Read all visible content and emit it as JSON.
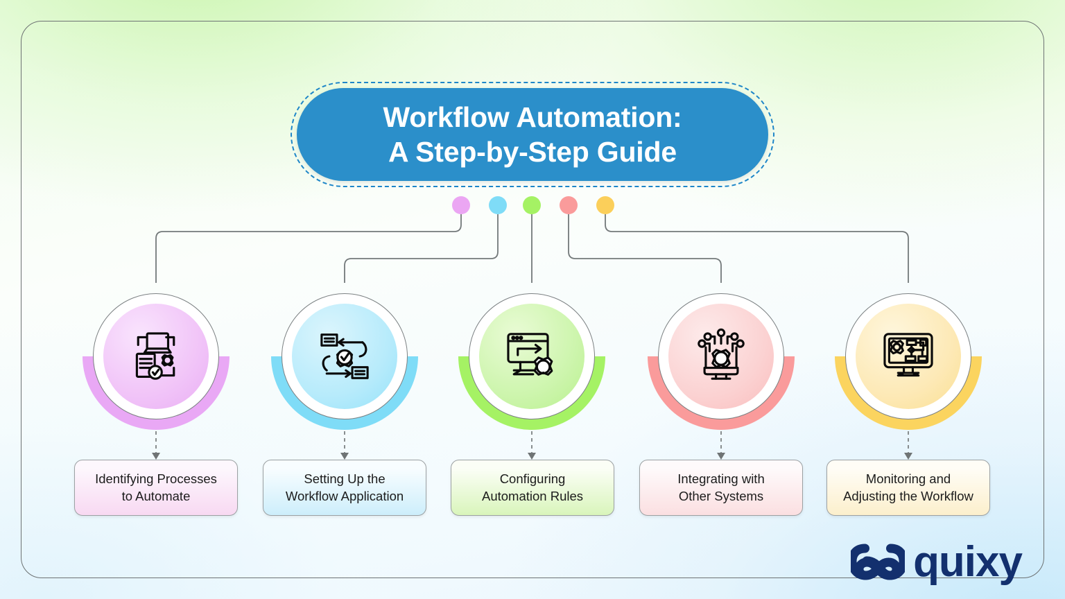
{
  "title": {
    "text": "Workflow Automation:\nA Step-by-Step Guide",
    "pill_color": "#2b8fca",
    "dash_color": "#1e86c8"
  },
  "brand": {
    "name": "quixy",
    "logo_icon": "quixy-knot-icon",
    "color": "#13306e"
  },
  "steps": [
    {
      "index": 1,
      "dot_color": "#eba6f3",
      "arc_color": "#e9a8f5",
      "circle_fill_from": "#f6d9fb",
      "circle_fill_to": "#ecb4f7",
      "icon": "laptop-document-gear-icon",
      "label": "Identifying Processes\nto Automate",
      "label_fill_top": "#fdf7fd",
      "label_fill_bottom": "#f8d9f2"
    },
    {
      "index": 2,
      "dot_color": "#7fdcf7",
      "arc_color": "#7fdcf7",
      "circle_fill_from": "#cdf0fb",
      "circle_fill_to": "#a3e6fa",
      "icon": "gear-check-flow-icon",
      "label": "Setting Up the\nWorkflow Application",
      "label_fill_top": "#f8fdff",
      "label_fill_bottom": "#cdeefb"
    },
    {
      "index": 3,
      "dot_color": "#a5f264",
      "arc_color": "#a5f264",
      "circle_fill_from": "#ddf8c4",
      "circle_fill_to": "#bff29a",
      "icon": "monitor-arrow-gear-icon",
      "label": "Configuring\nAutomation Rules",
      "label_fill_top": "#fbfef6",
      "label_fill_bottom": "#d9f5bb"
    },
    {
      "index": 4,
      "dot_color": "#fa9b9b",
      "arc_color": "#fa9b9b",
      "circle_fill_from": "#fcdede",
      "circle_fill_to": "#fbc2c2",
      "icon": "monitor-gear-network-icon",
      "label": "Integrating with\nOther Systems",
      "label_fill_top": "#fefafb",
      "label_fill_bottom": "#fbdfe1"
    },
    {
      "index": 5,
      "dot_color": "#fbcf5a",
      "arc_color": "#fbd45f",
      "circle_fill_from": "#fdeec2",
      "circle_fill_to": "#fbdf90",
      "icon": "monitor-gear-flowchart-icon",
      "label": "Monitoring and\nAdjusting the Workflow",
      "label_fill_top": "#fffdf6",
      "label_fill_bottom": "#fcefcc"
    }
  ]
}
